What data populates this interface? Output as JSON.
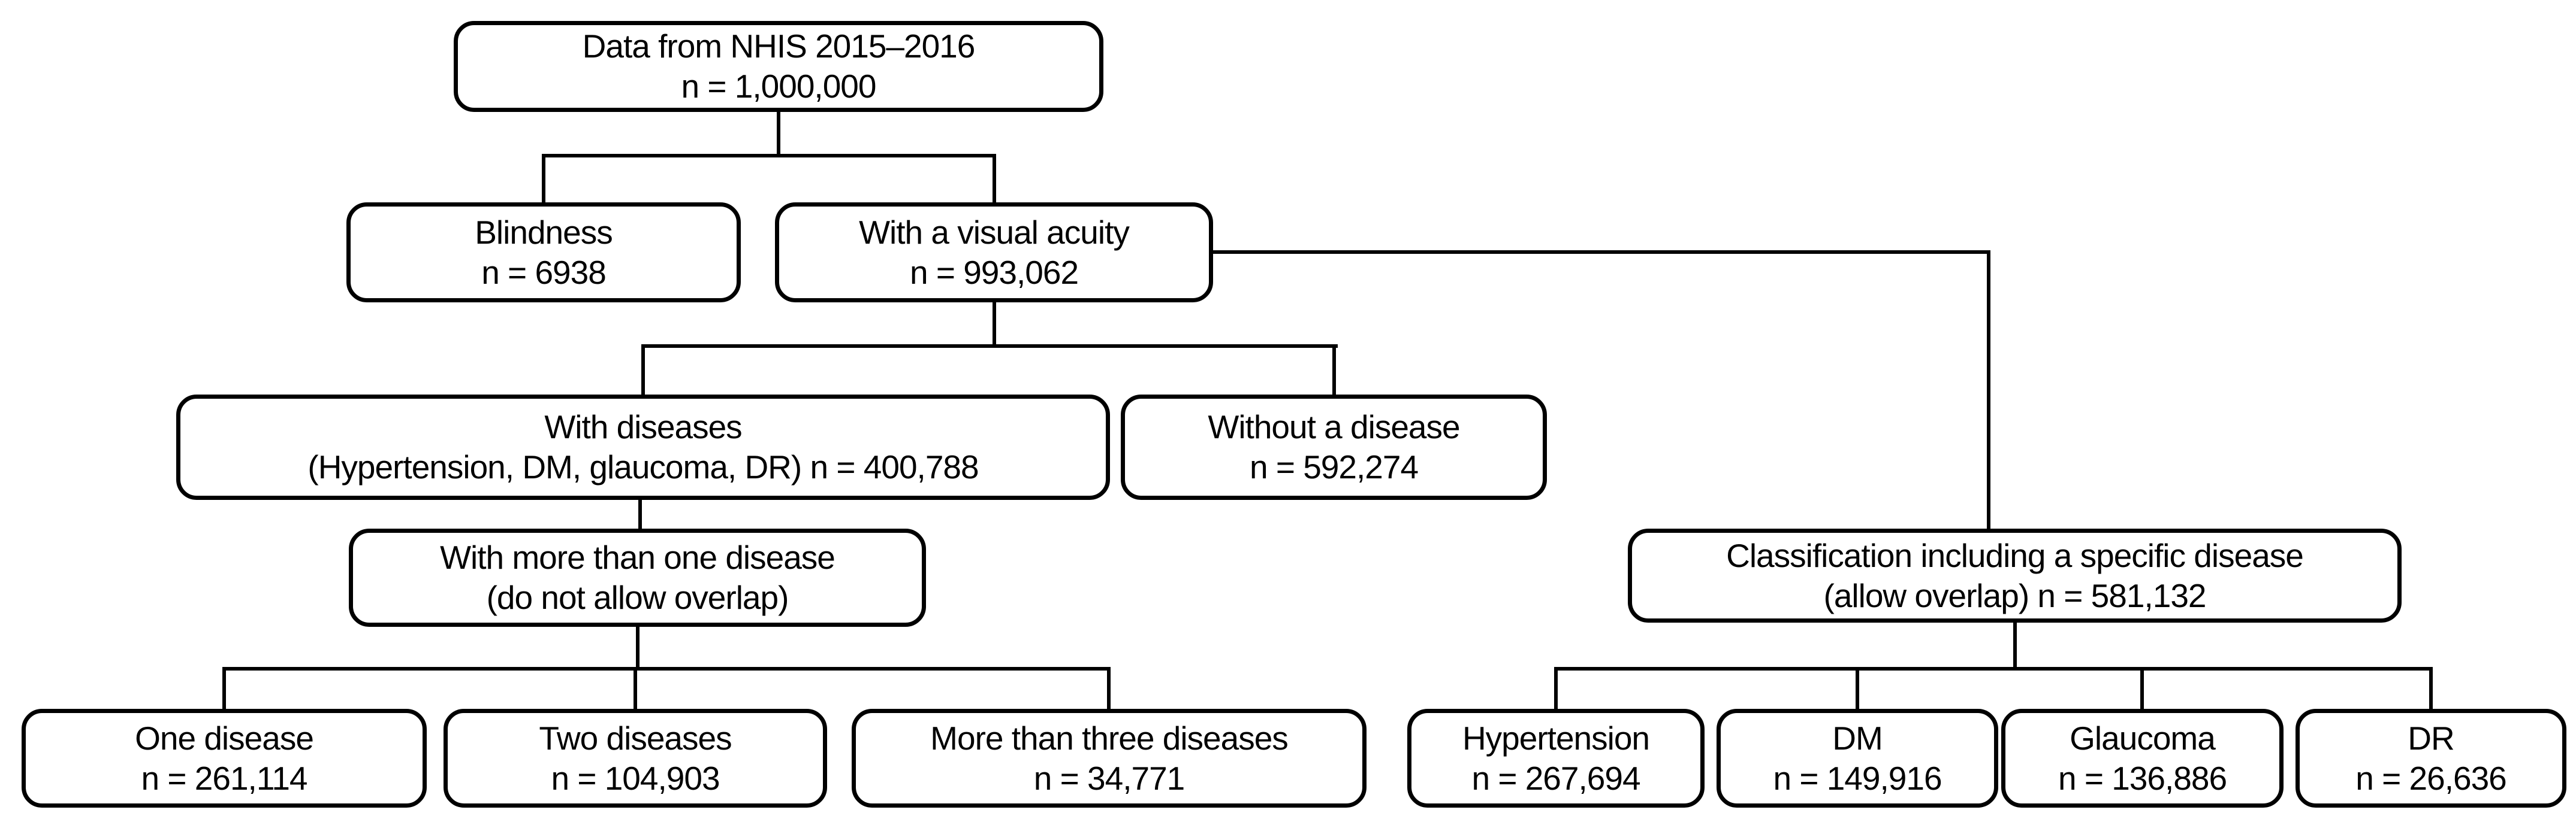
{
  "diagram": {
    "type": "flowchart",
    "colors": {
      "line": "#000000",
      "background": "#ffffff",
      "text": "#000000"
    },
    "nodes": {
      "root": {
        "line1": "Data from NHIS 2015–2016",
        "line2": "n = 1,000,000"
      },
      "blindness": {
        "line1": "Blindness",
        "line2": "n = 6938"
      },
      "visual_acuity": {
        "line1": "With a visual acuity",
        "line2": "n = 993,062"
      },
      "with_diseases": {
        "line1": "With diseases",
        "line2": "(Hypertension, DM, glaucoma, DR) n = 400,788"
      },
      "without_disease": {
        "line1": "Without a disease",
        "line2": "n = 592,274"
      },
      "more_than_one": {
        "line1": "With more than one disease",
        "line2": "(do not allow overlap)"
      },
      "classification": {
        "line1": "Classification including a specific disease",
        "line2": "(allow overlap) n = 581,132"
      },
      "one_disease": {
        "line1": "One disease",
        "line2": "n = 261,114"
      },
      "two_diseases": {
        "line1": "Two diseases",
        "line2": "n = 104,903"
      },
      "more_than_three": {
        "line1": "More than three diseases",
        "line2": "n = 34,771"
      },
      "hypertension": {
        "line1": "Hypertension",
        "line2": "n = 267,694"
      },
      "dm": {
        "line1": "DM",
        "line2": "n = 149,916"
      },
      "glaucoma": {
        "line1": "Glaucoma",
        "line2": "n = 136,886"
      },
      "dr": {
        "line1": "DR",
        "line2": "n = 26,636"
      }
    },
    "edges": [
      {
        "from": "root",
        "to": "blindness"
      },
      {
        "from": "root",
        "to": "visual_acuity"
      },
      {
        "from": "visual_acuity",
        "to": "with_diseases"
      },
      {
        "from": "visual_acuity",
        "to": "without_disease"
      },
      {
        "from": "visual_acuity",
        "to": "classification"
      },
      {
        "from": "with_diseases",
        "to": "more_than_one"
      },
      {
        "from": "more_than_one",
        "to": "one_disease"
      },
      {
        "from": "more_than_one",
        "to": "two_diseases"
      },
      {
        "from": "more_than_one",
        "to": "more_than_three"
      },
      {
        "from": "classification",
        "to": "hypertension"
      },
      {
        "from": "classification",
        "to": "dm"
      },
      {
        "from": "classification",
        "to": "glaucoma"
      },
      {
        "from": "classification",
        "to": "dr"
      }
    ]
  }
}
